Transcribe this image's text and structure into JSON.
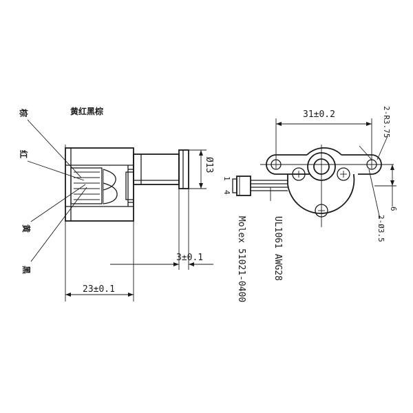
{
  "left_view": {
    "wire_order_label": "黄红黑棕",
    "wire_labels": [
      "棕",
      "红",
      "黄",
      "黑"
    ],
    "dim_length": "23±0.1",
    "dim_shaft": "3±0.1",
    "dim_diameter": "Ø13"
  },
  "right_view": {
    "dim_width": "31±0.2",
    "dim_radius": "2-R3.75",
    "dim_holes": "2-Ø3.5",
    "dim_offset": "6",
    "pin_first": "1",
    "pin_last": "4",
    "cable_label": "UL1061 AWG28",
    "connector_label": "Molex 51021-0400"
  }
}
